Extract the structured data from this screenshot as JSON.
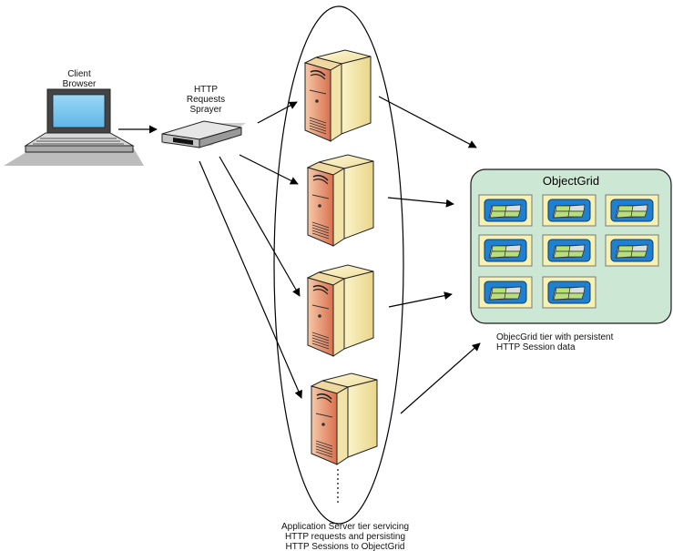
{
  "labels": {
    "client": [
      "Client",
      "Browser"
    ],
    "sprayer": [
      "HTTP",
      "Requests",
      "Sprayer"
    ],
    "objectgrid_title": "ObjectGrid",
    "objectgrid_caption": [
      "ObjecGrid tier with persistent",
      "HTTP Session data"
    ],
    "app_tier_caption": [
      "Application Server tier servicing",
      "HTTP requests and persisting",
      "HTTP Sessions to ObjectGrid"
    ]
  },
  "icons": {
    "client": "laptop-icon",
    "sprayer": "router-icon",
    "server": "server-tower-icon",
    "grid_cell": "data-grid-icon"
  },
  "colors": {
    "grid_background": "#cce8d4",
    "grid_border": "#1a1a1a",
    "cell_background": "#f7f2b2",
    "cell_icon_blue": "#1f7fd0",
    "cell_icon_green": "#b8e07a",
    "server_front": "#f3e6a2",
    "server_side": "#e89c78",
    "laptop_screen": "#7fc8ee"
  },
  "servers": 4,
  "grid_cells": 8
}
